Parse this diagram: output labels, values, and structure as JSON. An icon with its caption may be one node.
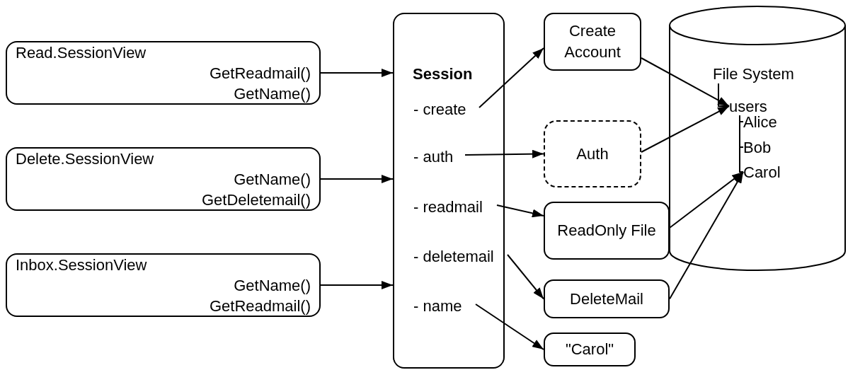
{
  "diagram": {
    "nodes": [
      {
        "text": [
          "Read.SessionView",
          "GetReadmail()",
          "GetName()"
        ]
      },
      {
        "text": [
          "Delete.SessionView",
          "GetName()",
          "GetDeletemail()"
        ]
      },
      {
        "text": [
          "Inbox.SessionView",
          "GetName()",
          "GetReadmail()"
        ]
      },
      {
        "text": [
          "Session"
        ]
      },
      {
        "text": [
          "- create"
        ],
        "in": 3
      },
      {
        "text": [
          "- auth"
        ],
        "in": 3
      },
      {
        "text": [
          "- readmail"
        ],
        "in": 3
      },
      {
        "text": [
          "- deletemail"
        ],
        "in": 3
      },
      {
        "text": [
          "- name"
        ],
        "in": 3
      },
      {
        "text": [
          "Create Account"
        ]
      },
      {
        "text": [
          "Auth"
        ]
      },
      {
        "text": [
          "ReadOnly File"
        ]
      },
      {
        "text": [
          "DeleteMail"
        ]
      },
      {
        "text": [
          "\"Carol\""
        ]
      },
      {
        "text": [
          "File System"
        ]
      },
      {
        "text": [
          "users"
        ],
        "in": 14
      },
      {
        "text": [
          "Alice"
        ],
        "in": 14
      },
      {
        "text": [
          "Bob"
        ],
        "in": 14
      },
      {
        "text": [
          "Carol"
        ],
        "in": 14
      }
    ],
    "edges": [
      {
        "from": 0,
        "to": 3,
        "arrow": "to"
      },
      {
        "from": 1,
        "to": 3,
        "arrow": "to"
      },
      {
        "from": 2,
        "to": 3,
        "arrow": "to"
      },
      {
        "from": 4,
        "to": 9,
        "arrow": "to"
      },
      {
        "from": 5,
        "to": 10,
        "arrow": "to"
      },
      {
        "from": 6,
        "to": 11,
        "arrow": "to"
      },
      {
        "from": 7,
        "to": 12,
        "arrow": "to"
      },
      {
        "from": 8,
        "to": 13,
        "arrow": "to"
      },
      {
        "from": 9,
        "to": 15,
        "arrow": "to"
      },
      {
        "from": 10,
        "to": 15,
        "arrow": "to"
      },
      {
        "from": 11,
        "to": 18,
        "arrow": "to"
      },
      {
        "from": 12,
        "to": 18,
        "arrow": "to"
      },
      {
        "from": 15,
        "to": 16,
        "arrow": "none"
      },
      {
        "from": 15,
        "to": 17,
        "arrow": "none"
      },
      {
        "from": 15,
        "to": 18,
        "arrow": "none"
      }
    ]
  }
}
